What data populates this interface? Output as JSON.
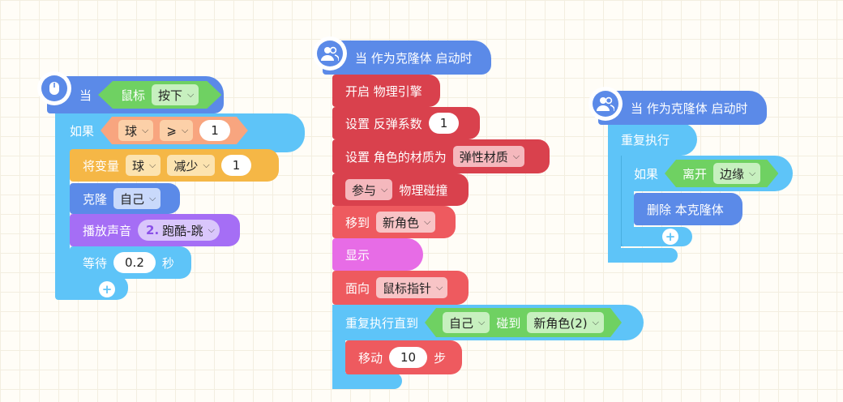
{
  "colors": {
    "event": "#5b8ae8",
    "control": "#5ec4f8",
    "var": "#f5b746",
    "clone": "#5b8ae8",
    "sound": "#a56ef5",
    "physics": "#d9414d",
    "motion": "#ee5a5f",
    "look": "#e76ce6",
    "green": "#6fd162"
  },
  "script1": {
    "hat": {
      "when": "当",
      "sensor": "鼠标",
      "sensor_option": "按下",
      "icon": "mouse-sensor-icon"
    },
    "if": {
      "label": "如果",
      "left": "球",
      "op": "⩾",
      "right": "1"
    },
    "change_var": {
      "label": "将变量",
      "var": "球",
      "op": "减少",
      "value": "1"
    },
    "clone": {
      "label": "克隆",
      "target": "自己"
    },
    "play_sound": {
      "label": "播放声音",
      "sound_index": "2.",
      "sound_name": "跑酷-跳"
    },
    "wait": {
      "label": "等待",
      "value": "0.2",
      "unit": "秒"
    },
    "add": "+"
  },
  "script2": {
    "hat": {
      "label": "当 作为克隆体 启动时",
      "icon": "clone-users-icon"
    },
    "physics_on": "开启 物理引擎",
    "bounce": {
      "label": "设置 反弹系数",
      "value": "1"
    },
    "material": {
      "label": "设置 角色的材质为",
      "value": "弹性材质"
    },
    "collide": {
      "option": "参与",
      "label": "物理碰撞"
    },
    "goto": {
      "label": "移到",
      "target": "新角色"
    },
    "show": "显示",
    "face": {
      "label": "面向",
      "target": "鼠标指针"
    },
    "repeat_until": {
      "label": "重复执行直到",
      "subject": "自己",
      "touch": "碰到",
      "object": "新角色(2)"
    },
    "move": {
      "label": "移动",
      "value": "10",
      "unit": "步"
    }
  },
  "script3": {
    "hat": {
      "label": "当 作为克隆体 启动时",
      "icon": "clone-users-icon"
    },
    "forever": "重复执行",
    "if": {
      "label": "如果",
      "condition": "离开",
      "edge": "边缘"
    },
    "delete": "删除 本克隆体",
    "add": "+"
  }
}
